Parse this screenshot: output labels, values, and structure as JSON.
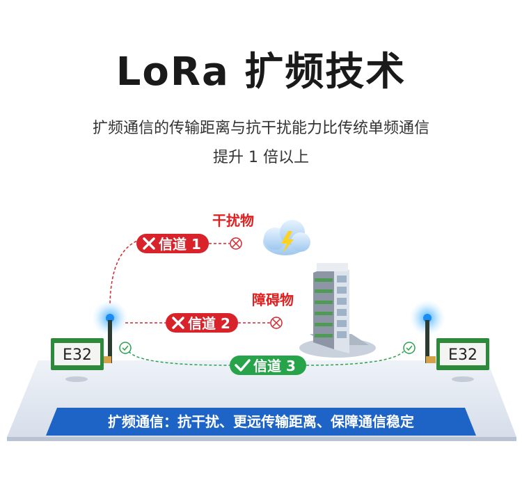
{
  "title": "LoRa 扩频技术",
  "subtitle_line1": "扩频通信的传输距离与抗干扰能力比传统单频通信",
  "subtitle_line2": "提升 1 倍以上",
  "labels": {
    "interference": "干扰物",
    "obstacle": "障碍物"
  },
  "channels": [
    {
      "label": "信道 1",
      "status": "blocked"
    },
    {
      "label": "信道 2",
      "status": "blocked"
    },
    {
      "label": "信道 3",
      "status": "ok"
    }
  ],
  "modules": {
    "left": "E32",
    "right": "E32"
  },
  "banner": "扩频通信：抗干扰、更远传输距离、保障通信稳定",
  "colors": {
    "blocked": "#d8232a",
    "ok": "#27a34a",
    "banner": "#1e63c6"
  },
  "icons": [
    "cross-icon",
    "check-icon",
    "cloud-lightning-icon",
    "building-icon",
    "antenna-icon"
  ]
}
